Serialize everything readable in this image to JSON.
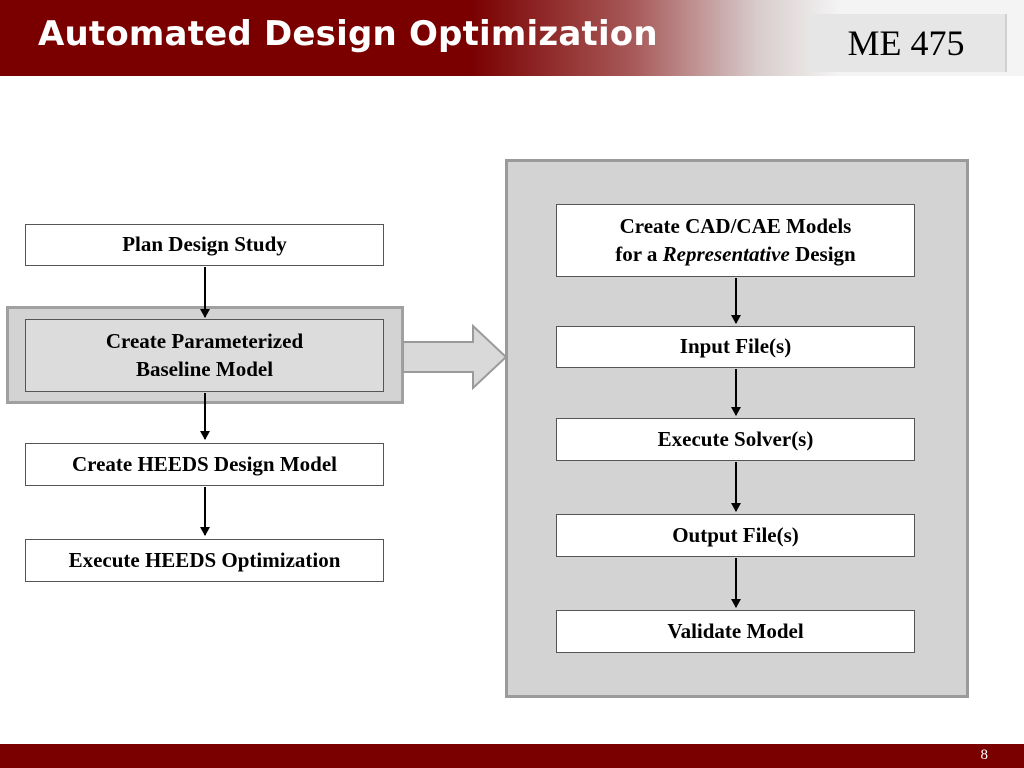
{
  "header": {
    "title": "Automated Design Optimization",
    "course": "ME 475"
  },
  "left_flow": {
    "steps": [
      "Plan Design Study",
      "Create Parameterized Baseline Model",
      "Create HEEDS Design Model",
      "Execute HEEDS Optimization"
    ]
  },
  "right_flow": {
    "first_step": {
      "line1": "Create CAD/CAE Models",
      "line2_prefix": "for a ",
      "line2_emphasis": "Representative",
      "line2_suffix": " Design"
    },
    "steps": [
      "Input File(s)",
      "Execute Solver(s)",
      "Output File(s)",
      "Validate Model"
    ]
  },
  "footer": {
    "page_number": "8"
  },
  "colors": {
    "brand": "#7a0000",
    "panel": "#d3d3d3",
    "highlight_box": "#dcdcdc"
  }
}
